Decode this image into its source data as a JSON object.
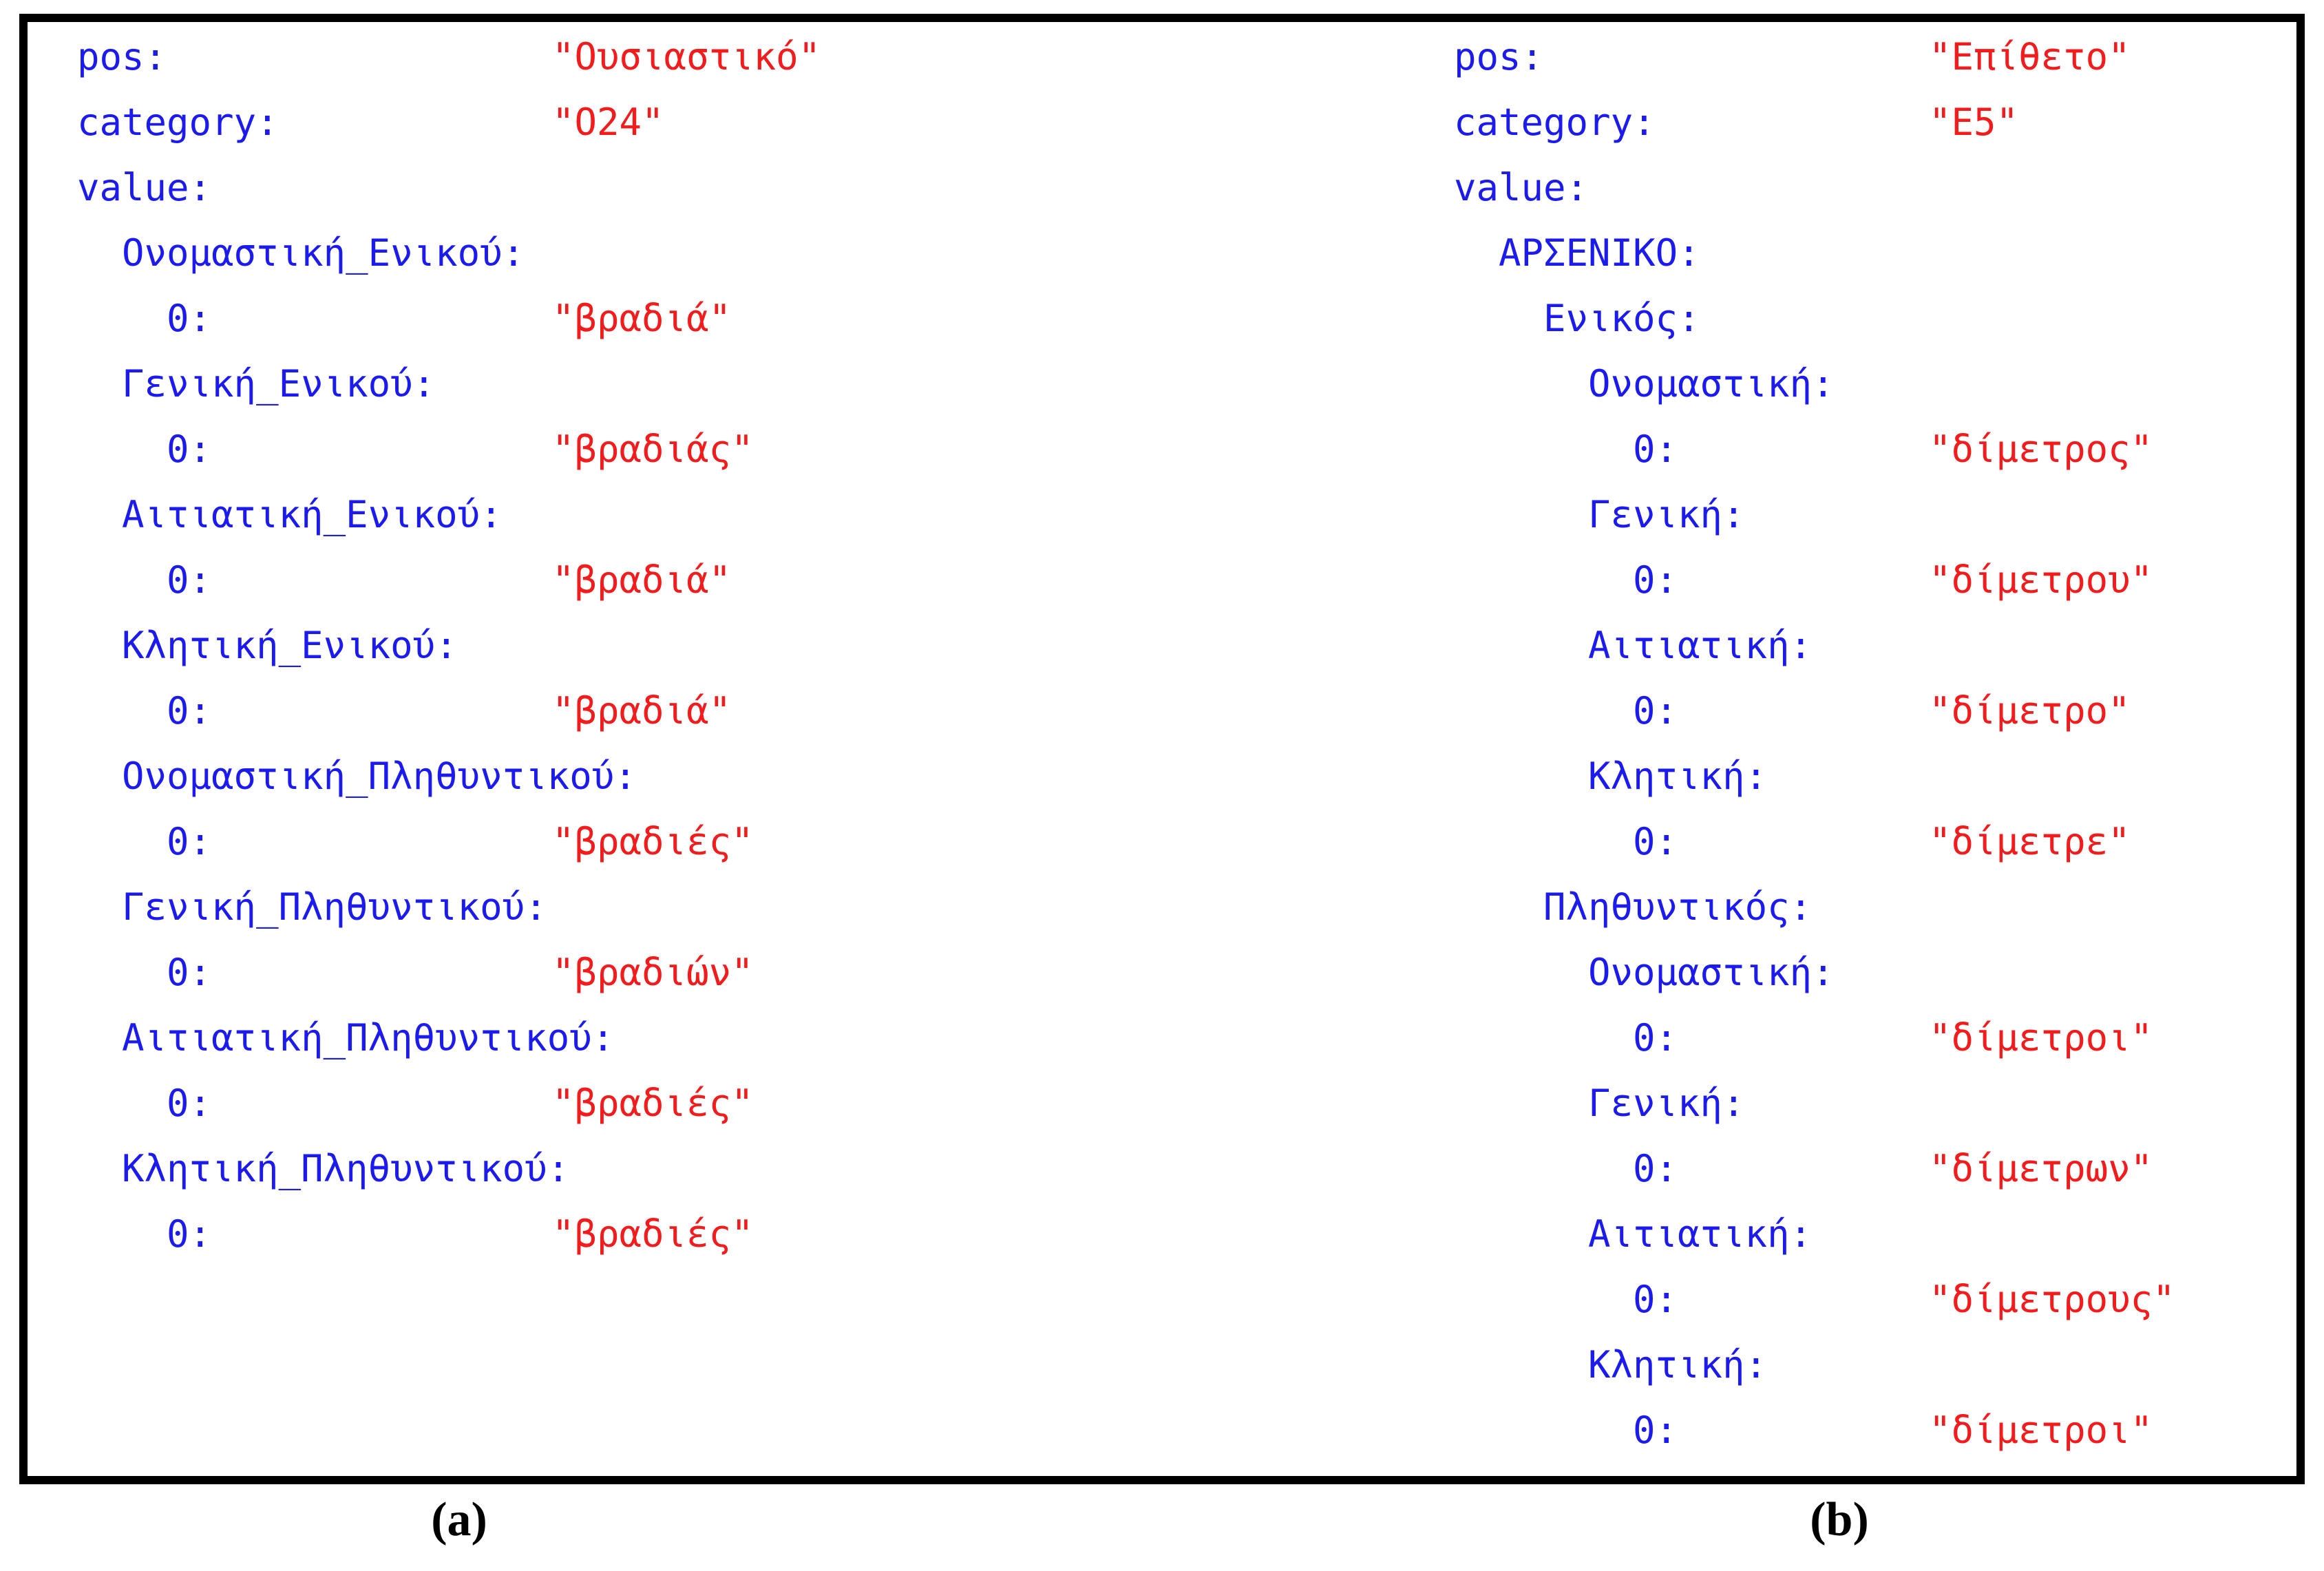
{
  "figure": {
    "type": "yaml-lexicon-entries",
    "colors": {
      "key_text": "#1b1bef",
      "value_text": "#f31b1b",
      "border": "#000000",
      "background": "#ffffff",
      "caption_text": "#000000"
    },
    "panels": [
      {
        "caption": "(a)",
        "entries": [
          {
            "indent": 0,
            "key": "pos:",
            "value": "\"Ουσιαστικό\""
          },
          {
            "indent": 0,
            "key": "category:",
            "value": "\"Ο24\""
          },
          {
            "indent": 0,
            "key": "value:",
            "value": ""
          },
          {
            "indent": 1,
            "key": "Ονομαστική_Ενικού:",
            "value": ""
          },
          {
            "indent": 2,
            "key": "0:",
            "value": "\"βραδιά\""
          },
          {
            "indent": 1,
            "key": "Γενική_Ενικού:",
            "value": ""
          },
          {
            "indent": 2,
            "key": "0:",
            "value": "\"βραδιάς\""
          },
          {
            "indent": 1,
            "key": "Αιτιατική_Ενικού:",
            "value": ""
          },
          {
            "indent": 2,
            "key": "0:",
            "value": "\"βραδιά\""
          },
          {
            "indent": 1,
            "key": "Κλητική_Ενικού:",
            "value": ""
          },
          {
            "indent": 2,
            "key": "0:",
            "value": "\"βραδιά\""
          },
          {
            "indent": 1,
            "key": "Ονομαστική_Πληθυντικού:",
            "value": ""
          },
          {
            "indent": 2,
            "key": "0:",
            "value": "\"βραδιές\""
          },
          {
            "indent": 1,
            "key": "Γενική_Πληθυντικού:",
            "value": ""
          },
          {
            "indent": 2,
            "key": "0:",
            "value": "\"βραδιών\""
          },
          {
            "indent": 1,
            "key": "Αιτιατική_Πληθυντικού:",
            "value": ""
          },
          {
            "indent": 2,
            "key": "0:",
            "value": "\"βραδιές\""
          },
          {
            "indent": 1,
            "key": "Κλητική_Πληθυντικού:",
            "value": ""
          },
          {
            "indent": 2,
            "key": "0:",
            "value": "\"βραδιές\""
          }
        ]
      },
      {
        "caption": "(b)",
        "entries": [
          {
            "indent": 0,
            "key": "pos:",
            "value": "\"Επίθετο\""
          },
          {
            "indent": 0,
            "key": "category:",
            "value": "\"Ε5\""
          },
          {
            "indent": 0,
            "key": "value:",
            "value": ""
          },
          {
            "indent": 1,
            "key": "ΑΡΣΕΝΙΚΟ:",
            "value": ""
          },
          {
            "indent": 2,
            "key": "Ενικός:",
            "value": ""
          },
          {
            "indent": 3,
            "key": "Ονομαστική:",
            "value": ""
          },
          {
            "indent": 4,
            "key": "0:",
            "value": "\"δίμετρος\""
          },
          {
            "indent": 3,
            "key": "Γενική:",
            "value": ""
          },
          {
            "indent": 4,
            "key": "0:",
            "value": "\"δίμετρου\""
          },
          {
            "indent": 3,
            "key": "Αιτιατική:",
            "value": ""
          },
          {
            "indent": 4,
            "key": "0:",
            "value": "\"δίμετρο\""
          },
          {
            "indent": 3,
            "key": "Κλητική:",
            "value": ""
          },
          {
            "indent": 4,
            "key": "0:",
            "value": "\"δίμετρε\""
          },
          {
            "indent": 2,
            "key": "Πληθυντικός:",
            "value": ""
          },
          {
            "indent": 3,
            "key": "Ονομαστική:",
            "value": ""
          },
          {
            "indent": 4,
            "key": "0:",
            "value": "\"δίμετροι\""
          },
          {
            "indent": 3,
            "key": "Γενική:",
            "value": ""
          },
          {
            "indent": 4,
            "key": "0:",
            "value": "\"δίμετρων\""
          },
          {
            "indent": 3,
            "key": "Αιτιατική:",
            "value": ""
          },
          {
            "indent": 4,
            "key": "0:",
            "value": "\"δίμετρους\""
          },
          {
            "indent": 3,
            "key": "Κλητική:",
            "value": ""
          },
          {
            "indent": 4,
            "key": "0:",
            "value": "\"δίμετροι\""
          }
        ]
      }
    ]
  }
}
